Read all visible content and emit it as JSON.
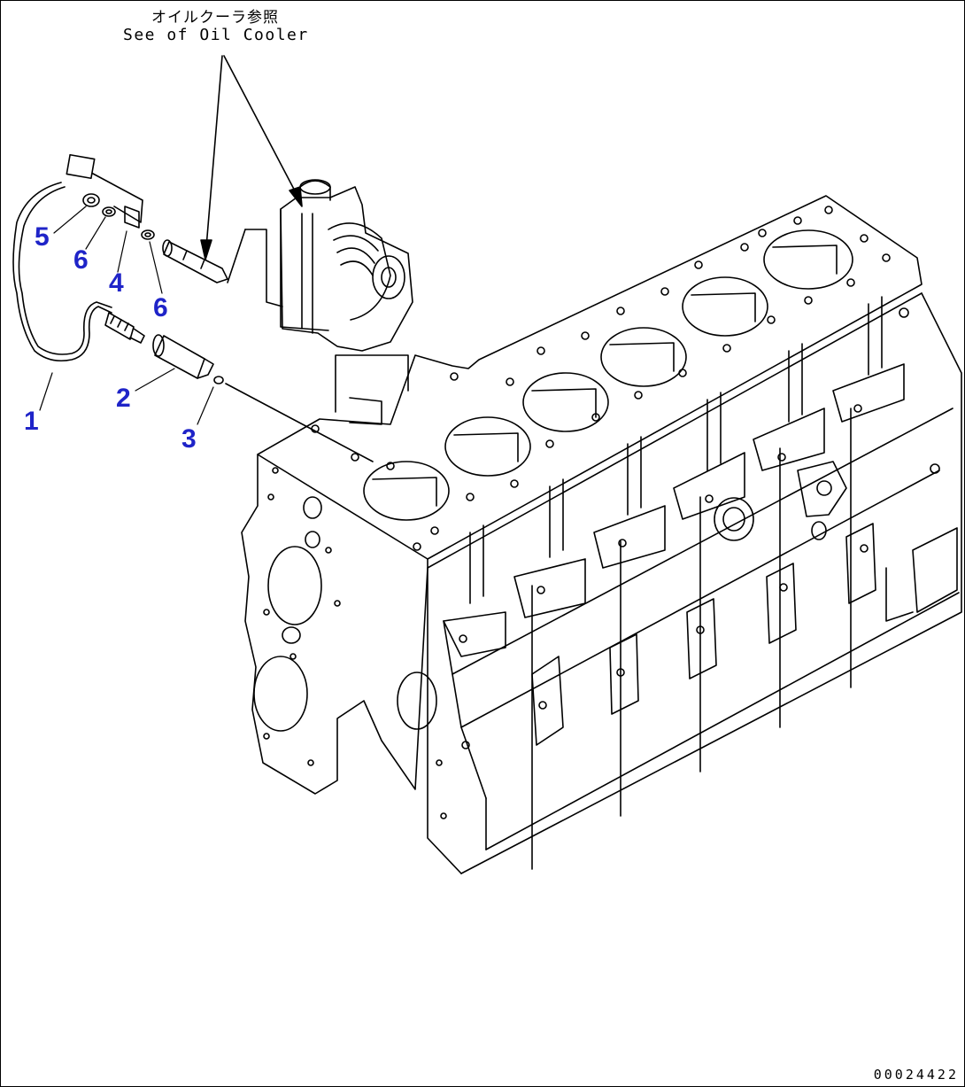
{
  "reference": {
    "japanese": "オイルクーラ参照",
    "english": "See of Oil Cooler"
  },
  "callouts": [
    "1",
    "2",
    "3",
    "4",
    "5",
    "6",
    "6"
  ],
  "drawing_number": "00024422",
  "colors": {
    "callout": "#1f24c8",
    "line": "#000000",
    "background": "#ffffff"
  }
}
